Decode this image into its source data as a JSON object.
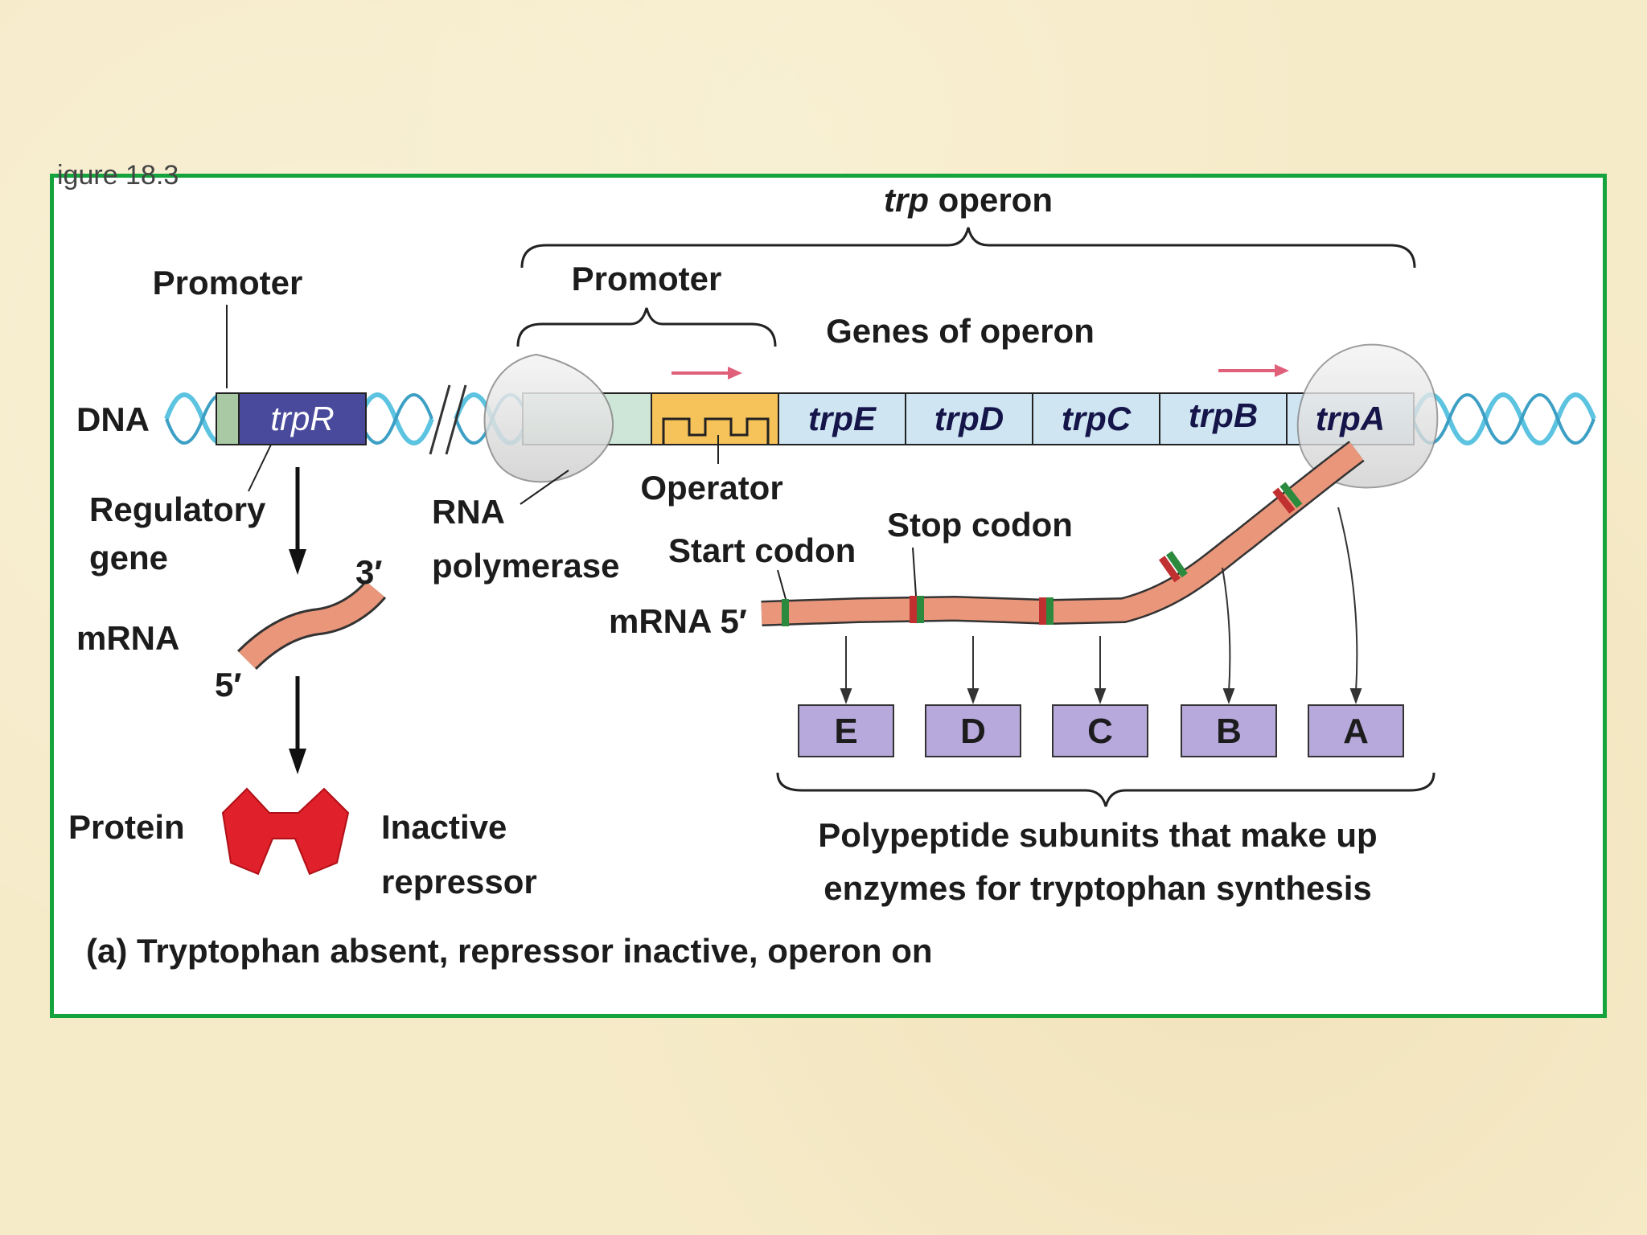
{
  "figure_fragment": "igure 18.3",
  "operon_title": {
    "italic": "trp",
    "rest": " operon"
  },
  "labels": {
    "promoter_left": "Promoter",
    "promoter_operon": "Promoter",
    "genes_of_operon": "Genes of operon",
    "dna": "DNA",
    "regulatory_line1": "Regulatory",
    "regulatory_line2": "gene",
    "rna_line1": "RNA",
    "rna_line2": "polymerase",
    "operator": "Operator",
    "start_codon": "Start codon",
    "stop_codon": "Stop codon",
    "mrna_left": "mRNA",
    "mrna_right": "mRNA 5′",
    "three_prime": "3′",
    "five_prime": "5′",
    "protein": "Protein",
    "inactive_line1": "Inactive",
    "inactive_line2": "repressor",
    "polypeptide_line1": "Polypeptide subunits that make up",
    "polypeptide_line2": "enzymes for tryptophan synthesis",
    "caption": "(a) Tryptophan absent, repressor inactive, operon on"
  },
  "regulatory_gene": "trpR",
  "genes": [
    "trpE",
    "trpD",
    "trpC",
    "trpB",
    "trpA"
  ],
  "subunits": [
    "E",
    "D",
    "C",
    "B",
    "A"
  ],
  "colors": {
    "frame_border": "#14a33c",
    "trpR_fill": "#4a4a9c",
    "gene_fill": "#cfe6f2",
    "operator_fill": "#f5c35a",
    "mrna_fill": "#e9967a",
    "subunit_fill": "#b7a9dc",
    "repressor": "#e0202a",
    "dna_helix": "#5cc3e0",
    "arrow_red": "#e0607a"
  }
}
